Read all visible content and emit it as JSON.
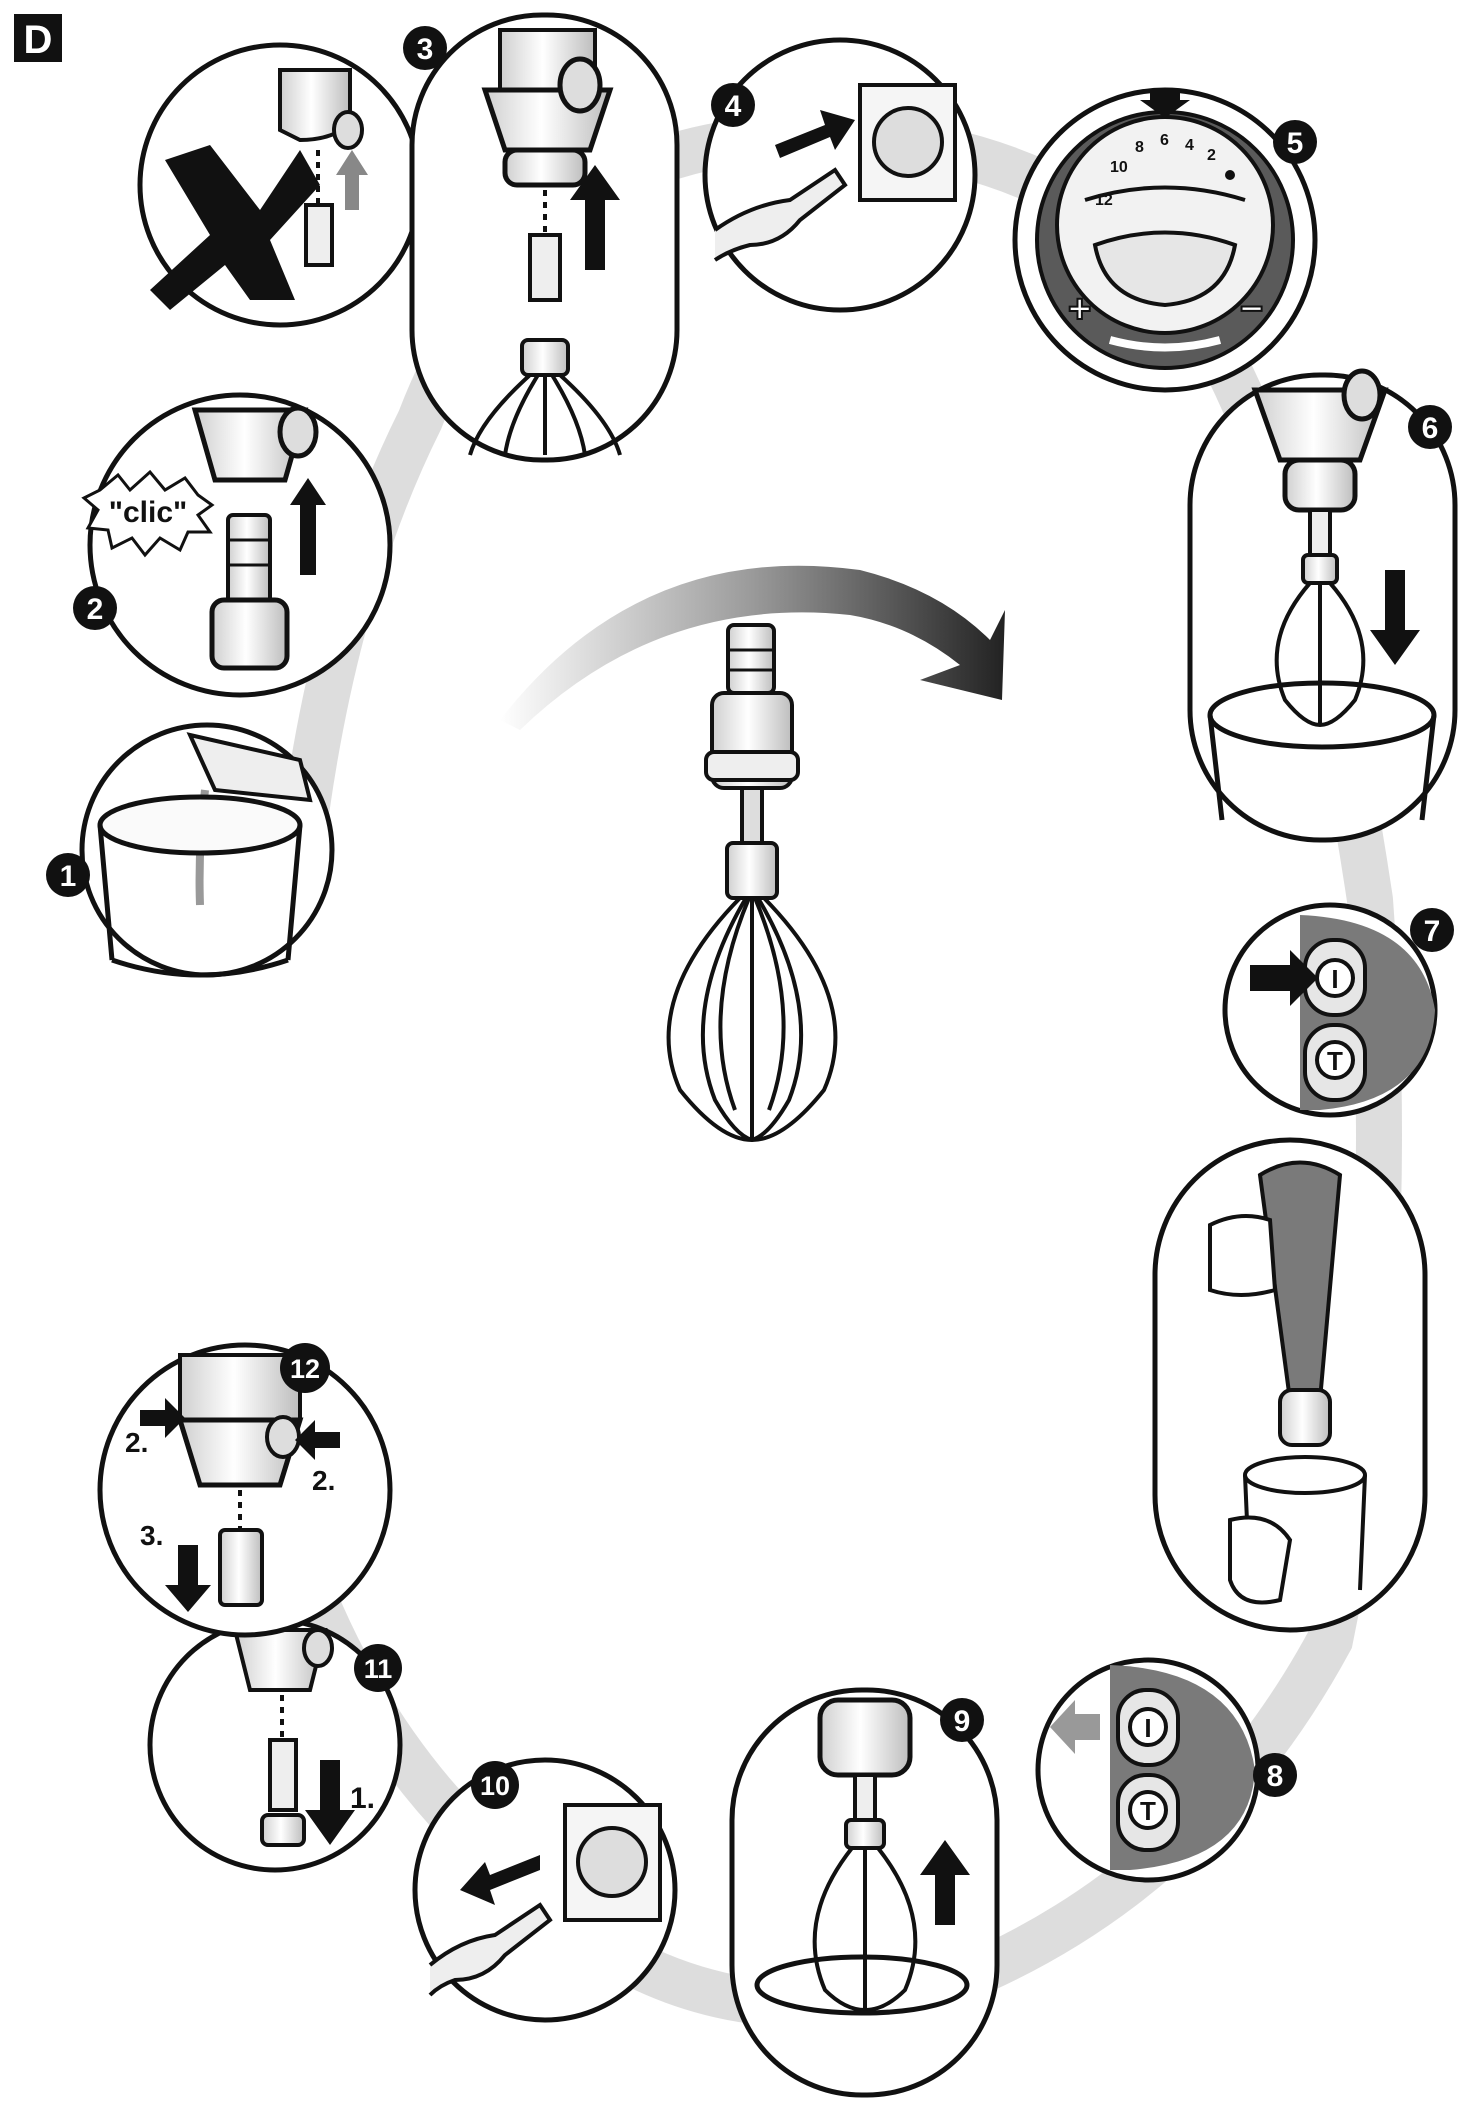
{
  "section_letter": "D",
  "steps": [
    {
      "number": "1"
    },
    {
      "number": "2"
    },
    {
      "number": "3"
    },
    {
      "number": "4"
    },
    {
      "number": "5"
    },
    {
      "number": "6"
    },
    {
      "number": "7"
    },
    {
      "number": "8"
    },
    {
      "number": "9"
    },
    {
      "number": "10"
    },
    {
      "number": "11"
    },
    {
      "number": "12"
    }
  ],
  "labels": {
    "clic": "\"clic\"",
    "dial_scale": [
      "12",
      "10",
      "8",
      "6",
      "4",
      "2"
    ],
    "plus": "+",
    "minus": "−",
    "button_on": "I",
    "button_turbo": "T",
    "release_step_1": "1.",
    "release_step_2_left": "2.",
    "release_step_2_right": "2.",
    "release_step_3": "3."
  },
  "colors": {
    "ink": "#111111",
    "shadow": "#cfcfcf",
    "handle_dark": "#7a7a7a",
    "dial_ring": "#5a5a5a",
    "light_fill": "#eeeeee"
  }
}
